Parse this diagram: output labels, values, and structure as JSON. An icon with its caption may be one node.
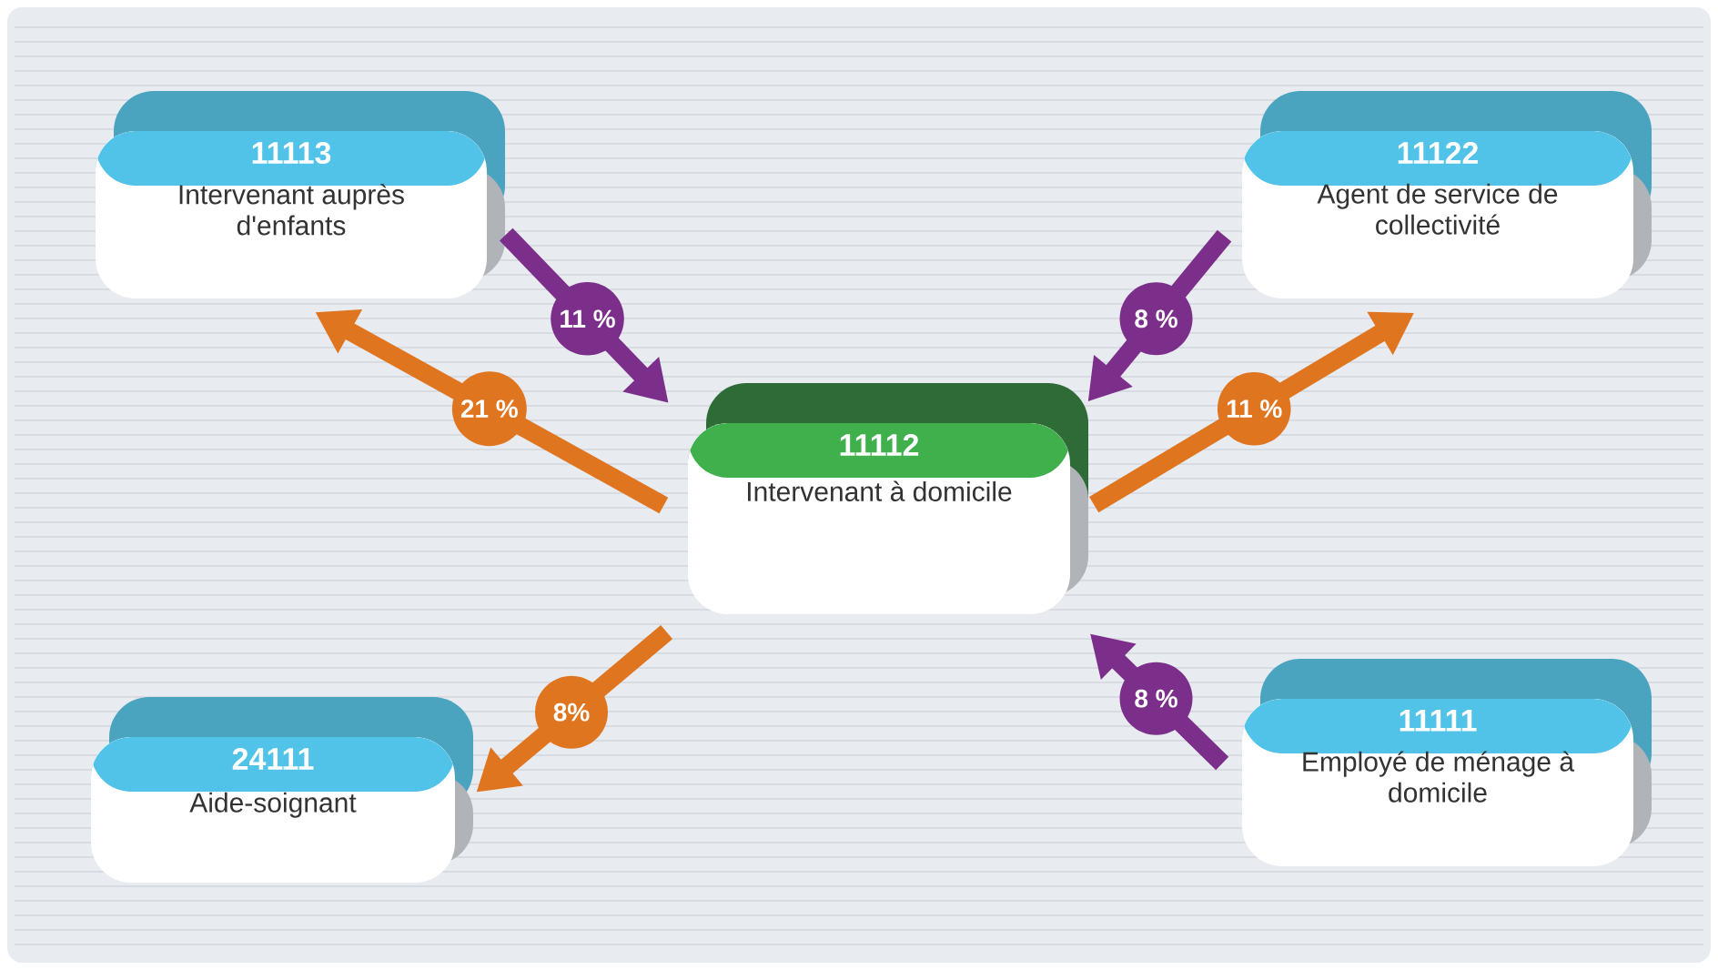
{
  "diagram": {
    "nodes": [
      {
        "text": [
          "11113",
          "Intervenant auprès d'enfants"
        ]
      },
      {
        "text": [
          "11122",
          "Agent de service de collectivité"
        ]
      },
      {
        "text": [
          "11112",
          "Intervenant à domicile"
        ]
      },
      {
        "text": [
          "24111",
          "Aide-soignant"
        ]
      },
      {
        "text": [
          "11111",
          "Employé de ménage à domicile"
        ]
      }
    ],
    "edges": [
      {
        "from": 2,
        "to": 0,
        "arrow": "to",
        "label": "21 %",
        "color": "#e07520"
      },
      {
        "from": 0,
        "to": 2,
        "arrow": "to",
        "label": "11 %",
        "color": "#7b2f8a"
      },
      {
        "from": 1,
        "to": 2,
        "arrow": "to",
        "label": "8 %",
        "color": "#7b2f8a"
      },
      {
        "from": 2,
        "to": 1,
        "arrow": "to",
        "label": "11 %",
        "color": "#e07520"
      },
      {
        "from": 2,
        "to": 3,
        "arrow": "to",
        "label": "8%",
        "color": "#e07520"
      },
      {
        "from": 4,
        "to": 2,
        "arrow": "to",
        "label": "8 %",
        "color": "#7b2f8a"
      }
    ]
  }
}
